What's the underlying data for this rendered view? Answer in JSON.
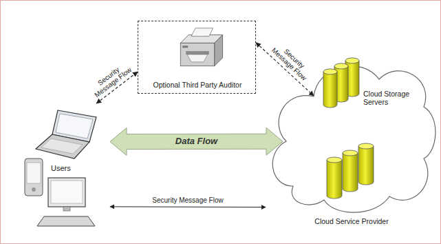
{
  "diagram": {
    "nodes": [
      {
        "text": [
          "Optional Third Party Auditor"
        ]
      },
      {
        "text": [
          "Users"
        ]
      },
      {
        "text": [
          "Cloud Storage Servers",
          "Cloud Service Provider"
        ]
      }
    ],
    "edges": [
      {
        "from": 1,
        "to": 0,
        "arrow": "both",
        "label": "Security Message Flow"
      },
      {
        "from": 0,
        "to": 2,
        "arrow": "both",
        "label": "Security Message Flow"
      },
      {
        "from": 1,
        "to": 2,
        "arrow": "both",
        "label": "Data Flow"
      },
      {
        "from": 1,
        "to": 2,
        "arrow": "both",
        "label": "Security Message Flow"
      }
    ]
  }
}
